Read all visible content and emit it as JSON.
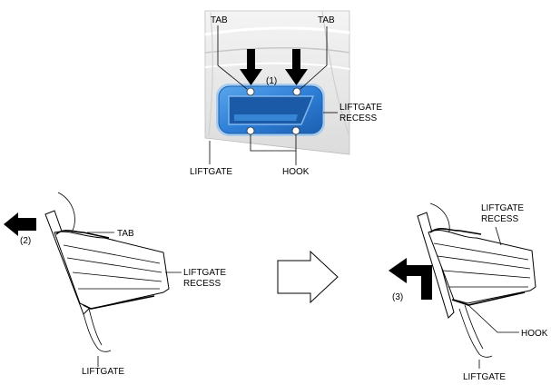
{
  "figure": {
    "top_view": {
      "step_label": "(1)",
      "tab_left_label": "TAB",
      "tab_right_label": "TAB",
      "recess_label_line1": "LIFTGATE",
      "recess_label_line2": "RECESS",
      "liftgate_label": "LIFTGATE",
      "hook_label": "HOOK"
    },
    "left_view": {
      "step_label": "(2)",
      "tab_label": "TAB",
      "recess_label_line1": "LIFTGATE",
      "recess_label_line2": "RECESS",
      "liftgate_label": "LIFTGATE"
    },
    "right_view": {
      "step_label": "(3)",
      "recess_label_line1": "LIFTGATE",
      "recess_label_line2": "RECESS",
      "hook_label": "HOOK",
      "liftgate_label": "LIFTGATE"
    }
  },
  "colors": {
    "recess_blue": "#2f7fd8",
    "recess_blue_dark": "#1c5fb0",
    "recess_glow": "#8fc3f2",
    "panel_gray": "#e6e6e6",
    "arrow_black": "#000000"
  },
  "icons": [
    "arrow-down-icon",
    "arrow-left-icon",
    "arrow-right-outline-icon",
    "arrow-turn-left-icon"
  ]
}
